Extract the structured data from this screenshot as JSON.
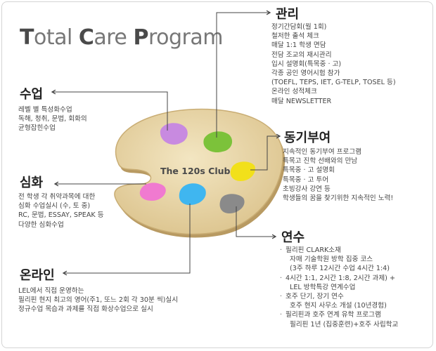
{
  "title": {
    "parts": [
      {
        "cap": "T",
        "rest": "otal "
      },
      {
        "cap": "C",
        "rest": "are "
      },
      {
        "cap": "P",
        "rest": "rogram"
      }
    ]
  },
  "palette": {
    "label": "The 120s Club",
    "colors": {
      "base": "#e9d8ad",
      "shadow": "#b79a64",
      "purple": "#c88ae0",
      "green": "#7cc23a",
      "yellow": "#f2e01a",
      "pink": "#f07ad0",
      "blue": "#3fb6f0",
      "gray": "#8a8a8a"
    }
  },
  "sections": {
    "gwanri": {
      "heading": "관리",
      "lines": [
        "정기간담회(월 1회)",
        "철저한 출석 체크",
        "매달 1:1 학생 면담",
        "전담 조교의 재시관리",
        "입시 설명회(특목중 · 고)",
        "각종 공인 영어시험 참가",
        "(TOEFL, TEPS, IET, G-TELP, TOSEL 등)",
        "온라인 성적체크",
        "매달 NEWSLETTER"
      ]
    },
    "sueop": {
      "heading": "수업",
      "lines": [
        "레벨 별 특성화수업",
        "독해, 청취, 문법, 회화의",
        "균형잡힌수업"
      ]
    },
    "donggi": {
      "heading": "동기부여",
      "lines": [
        "지속적인 동기부여 프로그램",
        "특목고 진학 선배와의 만남",
        "특목중 · 고 설명회",
        "특목중 · 고 투어",
        "초빙강사 강연 등",
        "학생들의 꿈을 찾기위한 지속적인 노력!"
      ]
    },
    "simhwa": {
      "heading": "심화",
      "lines": [
        "전 학생 각 취약과목에 대한",
        "심화 수업실시 (수, 토 중)",
        "RC, 문법, ESSAY, SPEAK 등",
        "다양한 심화수업"
      ]
    },
    "yeonsu": {
      "heading": "연수",
      "lines": [
        "필리핀 CLARK소재",
        "자매 기술학원 방학 집중 코스",
        "(3주 하루 12시간 수업 4시간 1:4)",
        "4시간 1:1, 2시간 1:8, 2시간 과제) +",
        "LEL 방학특강 연계수업",
        "호주 단기, 장기 연수",
        "호주 현지 사무소 개설 (10년경험)",
        "필리핀과 호주 연계 유학 프로그램",
        "필리핀 1년 (집중훈련)+호주 사립학교"
      ]
    },
    "online": {
      "heading": "온라인",
      "lines": [
        "LEL에서 직접 운영하는",
        "필리핀 현지 최고의 영어(주1, 또느 2회 각 30분 씩)실시",
        "정규수업 목습과 과제를 직접 화상수업으로 실시"
      ]
    }
  }
}
